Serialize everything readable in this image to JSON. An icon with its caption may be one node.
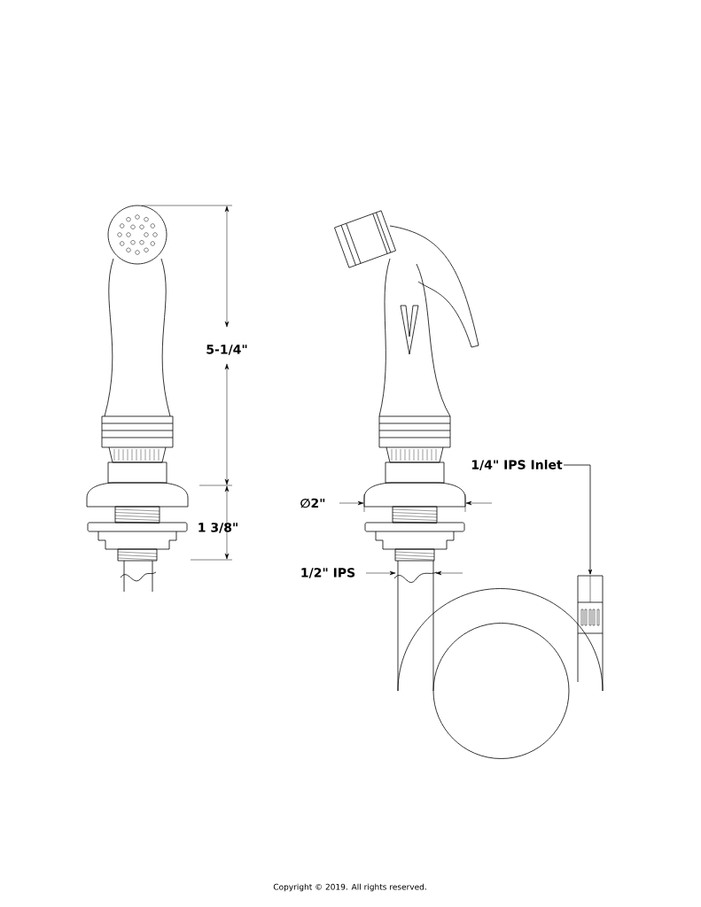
{
  "diagram": {
    "nodes": [
      {
        "text": [
          "1/4\" IPS Inlet"
        ]
      },
      {
        "text": [],
        "shape": "box"
      }
    ],
    "edges": [
      {
        "from": 0,
        "to": 1,
        "arrow": "to"
      }
    ],
    "labels": [
      "5-1/4\"",
      "1 3/8\"",
      "∅2\"",
      "1/2\" IPS",
      "Copyright © 2019. All rights reserved."
    ]
  }
}
